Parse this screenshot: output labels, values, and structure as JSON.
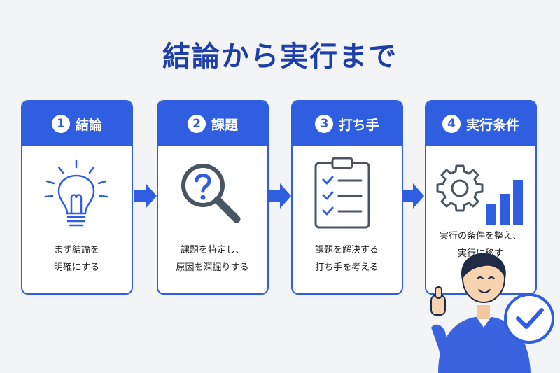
{
  "title": "結論から実行まで",
  "colors": {
    "accent": "#2f5fe0",
    "title": "#1e3fa8",
    "background": "#f3f4f6"
  },
  "steps": [
    {
      "number": "1",
      "label": "結論",
      "icon": "lightbulb-icon",
      "desc": [
        "まず結論を",
        "明確にする"
      ]
    },
    {
      "number": "2",
      "label": "課題",
      "icon": "magnifier-question-icon",
      "desc": [
        "課題を特定し、",
        "原因を深掘りする"
      ]
    },
    {
      "number": "3",
      "label": "打ち手",
      "icon": "clipboard-checklist-icon",
      "desc": [
        "課題を解決する",
        "打ち手を考える"
      ]
    },
    {
      "number": "4",
      "label": "実行条件",
      "icon": "gear-chart-icon",
      "desc": [
        "実行の条件を整え、",
        "実行に移す"
      ]
    }
  ]
}
